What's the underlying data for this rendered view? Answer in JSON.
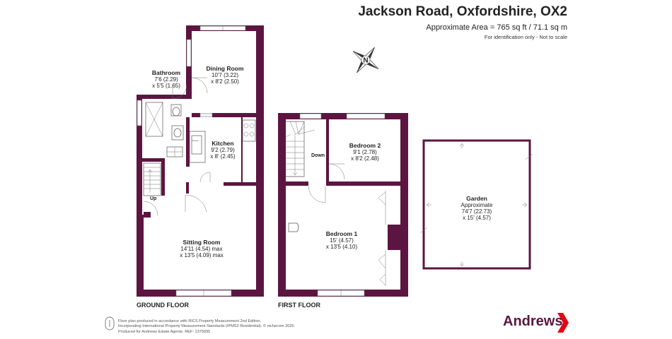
{
  "header": {
    "title": "Jackson Road, Oxfordshire, OX2",
    "area": "Approximate Area = 765 sq ft / 71.1 sq m",
    "identification": "For identification only - Not to scale"
  },
  "compass": {
    "label": "N",
    "icon": "compass-icon"
  },
  "floors": {
    "ground": {
      "label": "GROUND FLOOR"
    },
    "first": {
      "label": "FIRST FLOOR"
    }
  },
  "rooms": {
    "bathroom": {
      "name": "Bathroom",
      "dim1": "7'6 (2.29)",
      "dim2": "x 5'5 (1.65)"
    },
    "dining": {
      "name": "Dining Room",
      "dim1": "10'7 (3.22)",
      "dim2": "x 8'2 (2.50)"
    },
    "kitchen": {
      "name": "Kitchen",
      "dim1": "9'2 (2.79)",
      "dim2": "x 8' (2.45)"
    },
    "sitting": {
      "name": "Sitting Room",
      "dim1": "14'11 (4.54) max",
      "dim2": "x 13'5 (4.09) max"
    },
    "bedroom2": {
      "name": "Bedroom 2",
      "dim1": "9'1 (2.78)",
      "dim2": "x 8'2 (2.48)"
    },
    "bedroom1": {
      "name": "Bedroom 1",
      "dim1": "15' (4.57)",
      "dim2": "x 13'5 (4.10)"
    },
    "garden": {
      "name": "Garden",
      "dim0": "Approximate",
      "dim1": "74'7 (22.73)",
      "dim2": "x 15' (4.57)"
    }
  },
  "stairs": {
    "up": "Up",
    "down": "Down"
  },
  "footer": {
    "line1": "Floor plan produced in accordance with RICS Property Measurement 2nd Edition,",
    "line2": "Incorporating International Property Measurement Standards (IPMS2 Residential).  © nichecom 2025.",
    "line3": "Produced for Andrews Estate Agents.    REF: 1375695",
    "icon": "measurement-certificate-icon"
  },
  "brand": {
    "name": "Andrews",
    "icon": "brand-arrow-icon"
  },
  "colors": {
    "wall": "#5c1540",
    "brand": "#5c1540",
    "accent": "#e30613"
  }
}
